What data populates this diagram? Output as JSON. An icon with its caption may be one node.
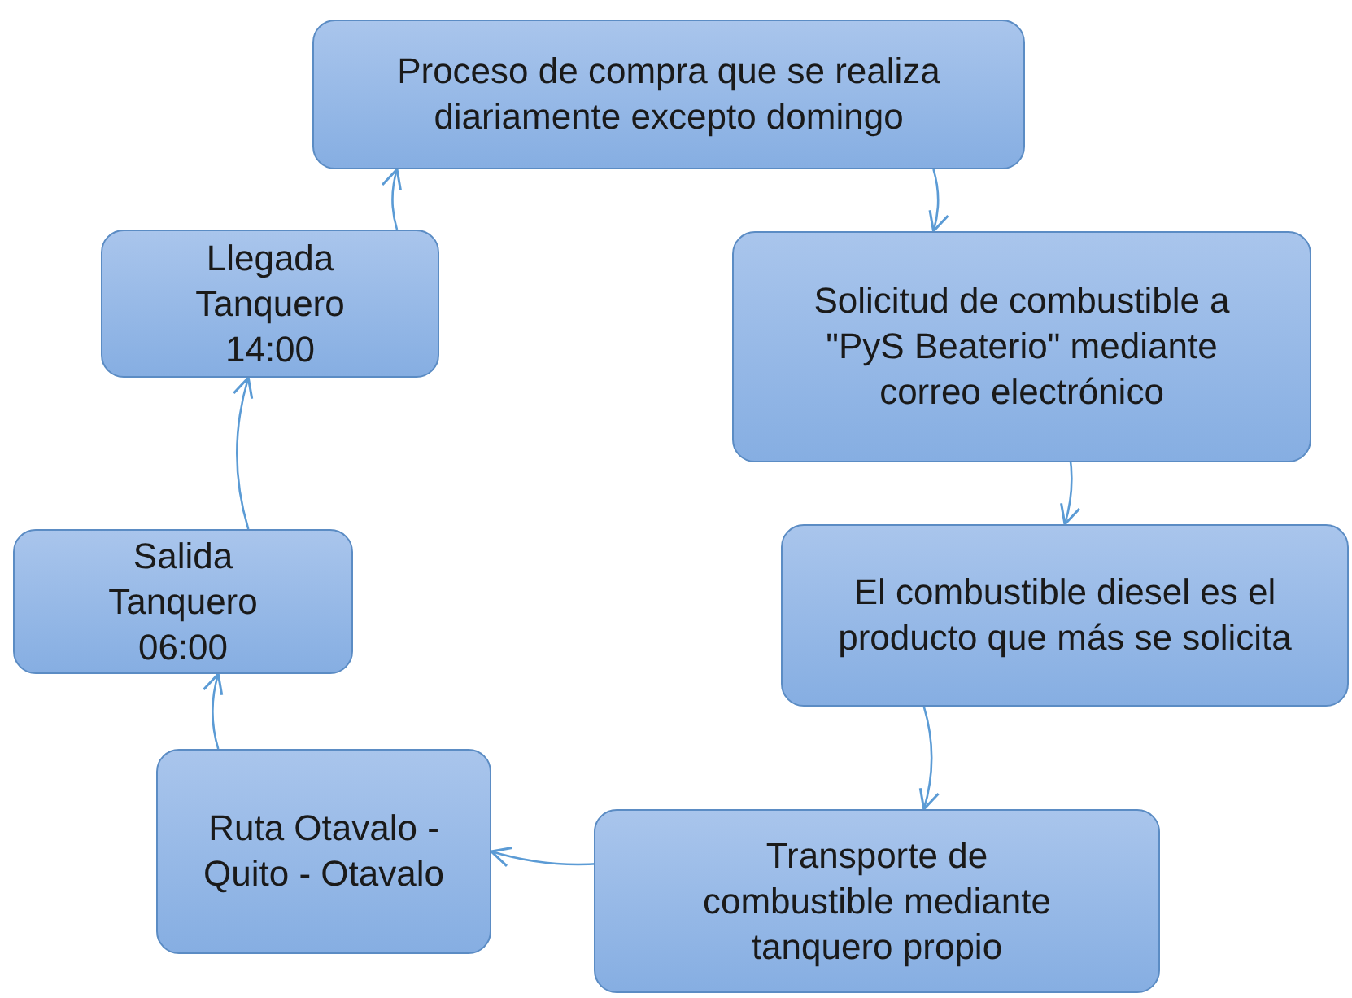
{
  "diagram": {
    "nodes": [
      {
        "text": [
          "Proceso de compra que se realiza diariamente excepto domingo"
        ]
      },
      {
        "text": [
          "Solicitud de combustible a \"PyS Beaterio\" mediante correo electrónico"
        ]
      },
      {
        "text": [
          "El combustible diesel es el producto que más se solicita"
        ]
      },
      {
        "text": [
          "Transporte de combustible mediante tanquero propio"
        ]
      },
      {
        "text": [
          "Ruta Otavalo - Quito - Otavalo"
        ]
      },
      {
        "text": [
          "Salida Tanquero 06:00"
        ]
      },
      {
        "text": [
          "Llegada Tanquero 14:00"
        ]
      }
    ],
    "edges": [
      {
        "from": 0,
        "to": 1,
        "arrow": "to"
      },
      {
        "from": 1,
        "to": 2,
        "arrow": "to"
      },
      {
        "from": 2,
        "to": 3,
        "arrow": "to"
      },
      {
        "from": 3,
        "to": 4,
        "arrow": "to"
      },
      {
        "from": 4,
        "to": 5,
        "arrow": "to"
      },
      {
        "from": 5,
        "to": 6,
        "arrow": "to"
      },
      {
        "from": 6,
        "to": 0,
        "arrow": "to"
      }
    ]
  }
}
